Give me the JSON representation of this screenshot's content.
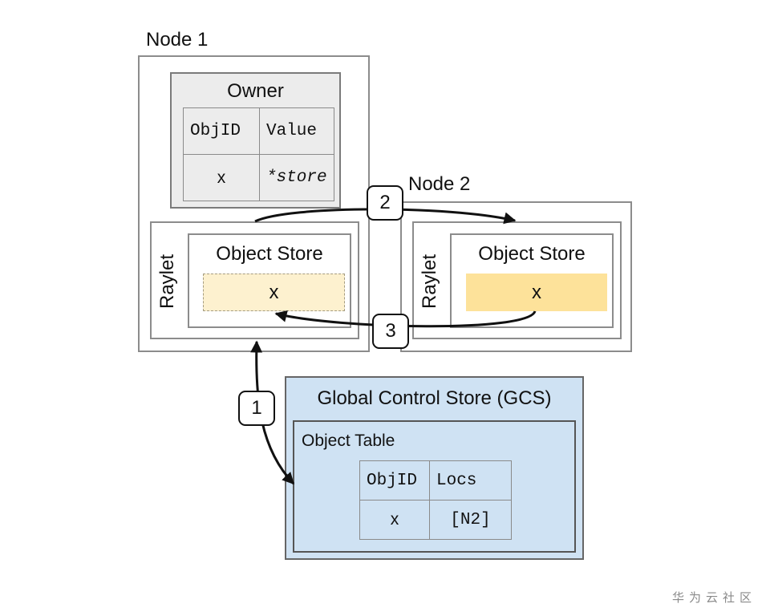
{
  "node1": {
    "label": "Node 1",
    "owner": {
      "title": "Owner",
      "headers": [
        "ObjID",
        "Value"
      ],
      "row": [
        "x",
        "*store"
      ]
    },
    "raylet": {
      "label": "Raylet",
      "store_title": "Object Store",
      "object": "x"
    }
  },
  "node2": {
    "label": "Node 2",
    "raylet": {
      "label": "Raylet",
      "store_title": "Object Store",
      "object": "x"
    }
  },
  "gcs": {
    "title": "Global Control Store (GCS)",
    "table_title": "Object Table",
    "headers": [
      "ObjID",
      "Locs"
    ],
    "row": [
      "x",
      "[N2]"
    ]
  },
  "steps": [
    "1",
    "2",
    "3"
  ],
  "watermark": "华为云社区",
  "colors": {
    "owner_bg": "#ececec",
    "object_light": "#fdf1cf",
    "object_solid": "#fde29a",
    "gcs_bg": "#cfe2f3"
  }
}
